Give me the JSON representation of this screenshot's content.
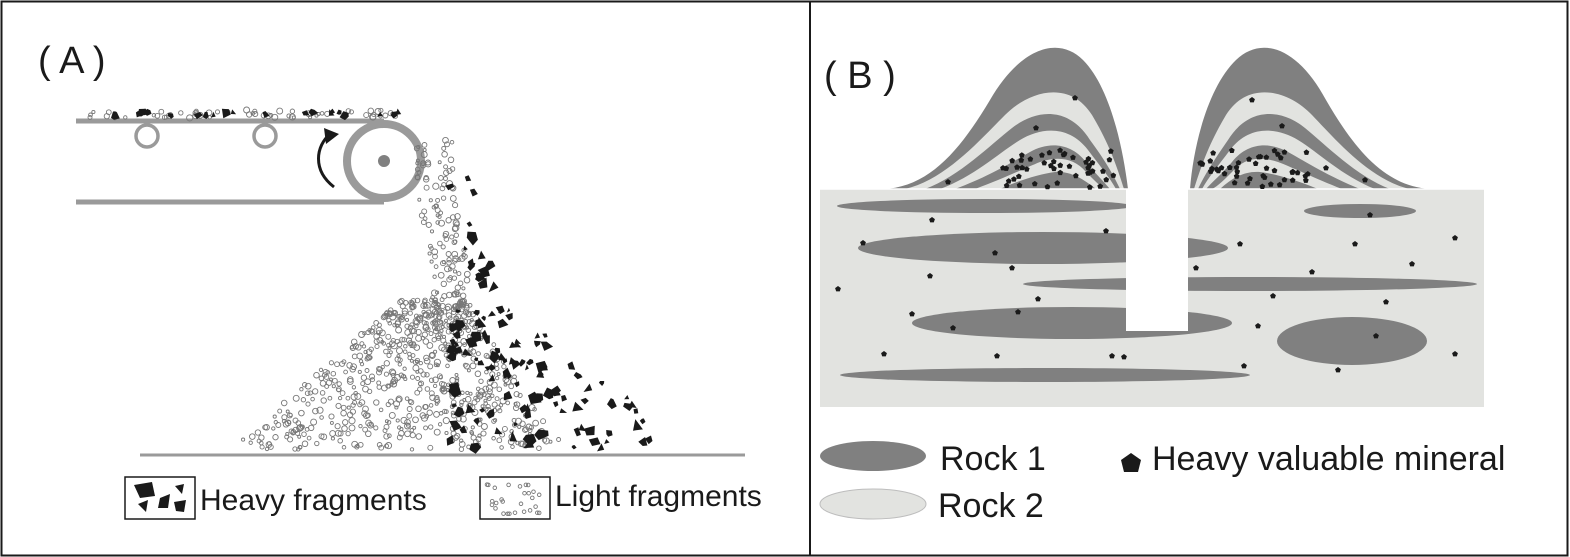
{
  "panel_a": {
    "label": "( A )",
    "legend": [
      {
        "label": "Heavy fragments"
      },
      {
        "label": "Light fragments"
      }
    ]
  },
  "panel_b": {
    "label": "( B )",
    "legend": [
      {
        "label": "Rock 1"
      },
      {
        "label": "Rock 2"
      },
      {
        "label": "Heavy valuable mineral"
      }
    ]
  },
  "colors": {
    "rock1": "#808080",
    "rock2": "#e2e3e0",
    "heavy": "#1a1a1a",
    "belt": "#9a9a9a",
    "outline": "#1a1a1a"
  }
}
